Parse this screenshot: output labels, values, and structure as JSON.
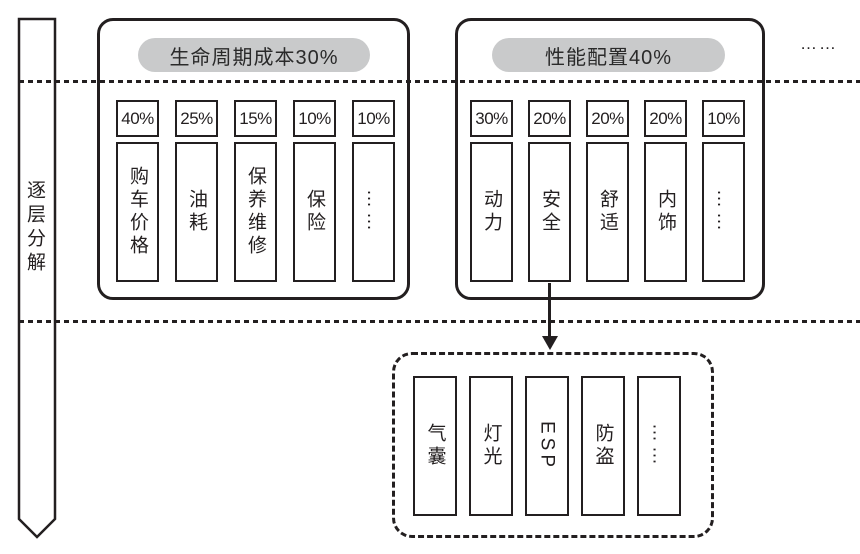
{
  "colors": {
    "stroke": "#231f20",
    "pill_bg": "#c9cacb"
  },
  "banner": {
    "label": "逐层分解"
  },
  "top_right_ellipsis": "……",
  "groups": [
    {
      "title": "生命周期成本30%",
      "items": [
        {
          "pct": "40%",
          "label": "购车价格"
        },
        {
          "pct": "25%",
          "label": "油耗"
        },
        {
          "pct": "15%",
          "label": "保养维修"
        },
        {
          "pct": "10%",
          "label": "保险"
        },
        {
          "pct": "10%",
          "label": "……"
        }
      ]
    },
    {
      "title": "性能配置40%",
      "items": [
        {
          "pct": "30%",
          "label": "动力"
        },
        {
          "pct": "20%",
          "label": "安全"
        },
        {
          "pct": "20%",
          "label": "舒适"
        },
        {
          "pct": "20%",
          "label": "内饰"
        },
        {
          "pct": "10%",
          "label": "……"
        }
      ]
    }
  ],
  "detail_group": {
    "items": [
      {
        "label": "气囊"
      },
      {
        "label": "灯光"
      },
      {
        "label": "ESP"
      },
      {
        "label": "防盗"
      },
      {
        "label": "……"
      }
    ]
  }
}
